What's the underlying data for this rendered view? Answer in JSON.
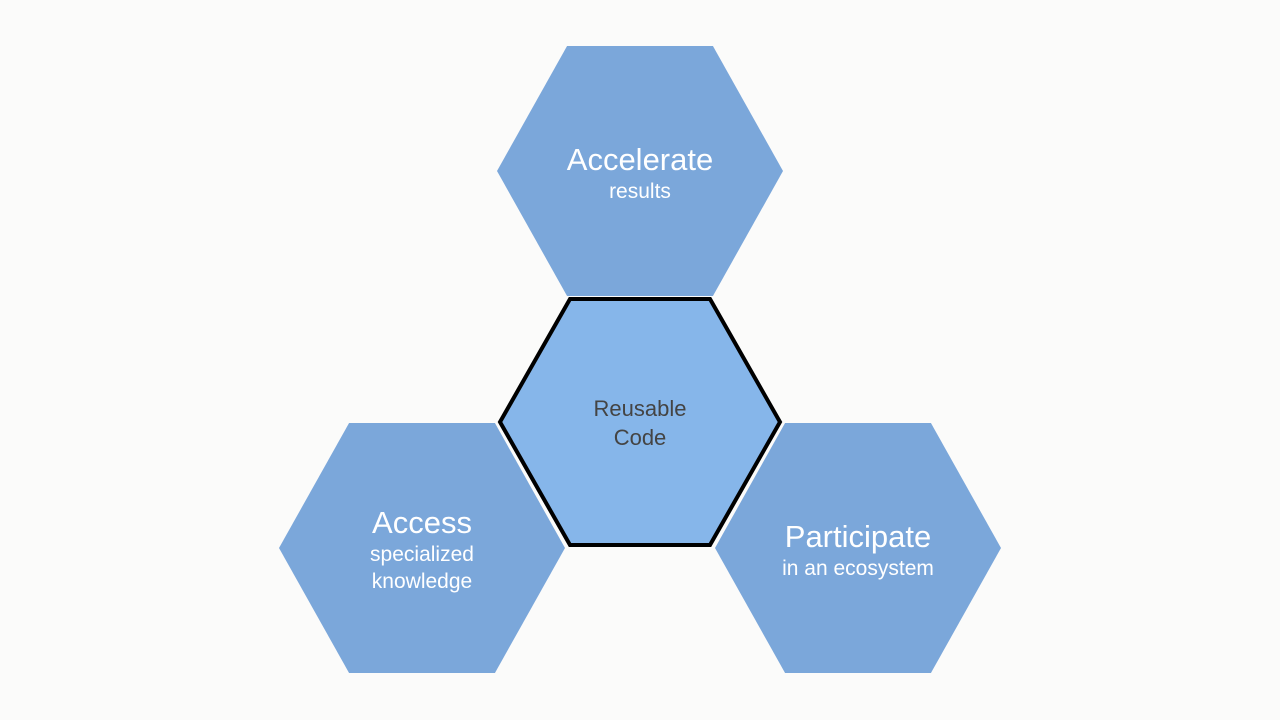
{
  "diagram": {
    "type": "hexagon-cluster",
    "background_color": "#fbfbfa",
    "center": {
      "label_line1": "Reusable",
      "label_line2": "Code",
      "fill_color": "#86b6ea",
      "border_color": "#000000",
      "text_color": "#444444"
    },
    "nodes": [
      {
        "position": "top",
        "title": "Accelerate",
        "subtitle": "results",
        "fill_color": "#7ba7da",
        "text_color": "#ffffff"
      },
      {
        "position": "bottom-left",
        "title": "Access",
        "subtitle_line1": "specialized",
        "subtitle_line2": "knowledge",
        "fill_color": "#7ba7da",
        "text_color": "#ffffff"
      },
      {
        "position": "bottom-right",
        "title": "Participate",
        "subtitle": "in an ecosystem",
        "fill_color": "#7ba7da",
        "text_color": "#ffffff"
      }
    ]
  }
}
